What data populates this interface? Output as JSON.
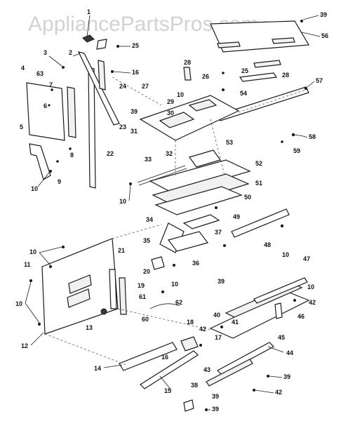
{
  "watermark": "AppliancePartsPros.com",
  "callouts": [
    {
      "id": "c1",
      "label": "1"
    },
    {
      "id": "c2",
      "label": "2"
    },
    {
      "id": "c3",
      "label": "3"
    },
    {
      "id": "c4",
      "label": "4"
    },
    {
      "id": "c63a",
      "label": "63"
    },
    {
      "id": "c7",
      "label": "7"
    },
    {
      "id": "c6",
      "label": "6"
    },
    {
      "id": "c5",
      "label": "5"
    },
    {
      "id": "c8",
      "label": "8"
    },
    {
      "id": "c9",
      "label": "9"
    },
    {
      "id": "c10a",
      "label": "10"
    },
    {
      "id": "c22",
      "label": "22"
    },
    {
      "id": "c23",
      "label": "23"
    },
    {
      "id": "c24",
      "label": "24"
    },
    {
      "id": "c16a",
      "label": "16"
    },
    {
      "id": "c25a",
      "label": "25"
    },
    {
      "id": "c39a",
      "label": "39"
    },
    {
      "id": "c56",
      "label": "56"
    },
    {
      "id": "c28a",
      "label": "28"
    },
    {
      "id": "c26",
      "label": "26"
    },
    {
      "id": "c25b",
      "label": "25"
    },
    {
      "id": "c28b",
      "label": "28"
    },
    {
      "id": "c54",
      "label": "54"
    },
    {
      "id": "c57",
      "label": "57"
    },
    {
      "id": "c27",
      "label": "27"
    },
    {
      "id": "c10b",
      "label": "10"
    },
    {
      "id": "c39b",
      "label": "39"
    },
    {
      "id": "c29",
      "label": "29"
    },
    {
      "id": "c30",
      "label": "30"
    },
    {
      "id": "c31",
      "label": "31"
    },
    {
      "id": "c32",
      "label": "32"
    },
    {
      "id": "c58",
      "label": "58"
    },
    {
      "id": "c59",
      "label": "59"
    },
    {
      "id": "c53",
      "label": "53"
    },
    {
      "id": "c33",
      "label": "33"
    },
    {
      "id": "c52",
      "label": "52"
    },
    {
      "id": "c51",
      "label": "51"
    },
    {
      "id": "c10c",
      "label": "10"
    },
    {
      "id": "c50",
      "label": "50"
    },
    {
      "id": "c49",
      "label": "49"
    },
    {
      "id": "c34",
      "label": "34"
    },
    {
      "id": "c35",
      "label": "35"
    },
    {
      "id": "c36",
      "label": "36"
    },
    {
      "id": "c37",
      "label": "37"
    },
    {
      "id": "c48",
      "label": "48"
    },
    {
      "id": "c10d",
      "label": "10"
    },
    {
      "id": "c39c",
      "label": "39"
    },
    {
      "id": "c10e",
      "label": "10"
    },
    {
      "id": "c10f",
      "label": "10"
    },
    {
      "id": "c11",
      "label": "11"
    },
    {
      "id": "c21",
      "label": "21"
    },
    {
      "id": "c20",
      "label": "20"
    },
    {
      "id": "c19",
      "label": "19"
    },
    {
      "id": "c10g",
      "label": "10"
    },
    {
      "id": "c61",
      "label": "61"
    },
    {
      "id": "c62",
      "label": "62"
    },
    {
      "id": "c60",
      "label": "60"
    },
    {
      "id": "c13",
      "label": "13"
    },
    {
      "id": "c12",
      "label": "12"
    },
    {
      "id": "c18",
      "label": "18"
    },
    {
      "id": "c17",
      "label": "17"
    },
    {
      "id": "c16b",
      "label": "16"
    },
    {
      "id": "c14",
      "label": "14"
    },
    {
      "id": "c15",
      "label": "15"
    },
    {
      "id": "c38",
      "label": "38"
    },
    {
      "id": "c39d",
      "label": "39"
    },
    {
      "id": "c40",
      "label": "40"
    },
    {
      "id": "c41",
      "label": "41"
    },
    {
      "id": "c42a",
      "label": "42"
    },
    {
      "id": "c47",
      "label": "47"
    },
    {
      "id": "c10h",
      "label": "10"
    },
    {
      "id": "c42b",
      "label": "42"
    },
    {
      "id": "c46",
      "label": "46"
    },
    {
      "id": "c45",
      "label": "45"
    },
    {
      "id": "c44",
      "label": "44"
    },
    {
      "id": "c43",
      "label": "43"
    },
    {
      "id": "c39e",
      "label": "39"
    },
    {
      "id": "c42c",
      "label": "42"
    },
    {
      "id": "c39f",
      "label": "39"
    }
  ]
}
